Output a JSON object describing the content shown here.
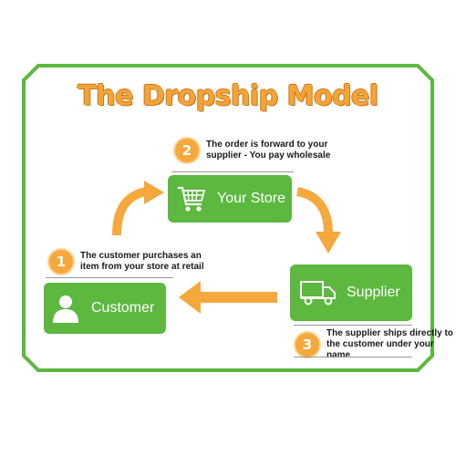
{
  "title": "The Dropship Model",
  "colors": {
    "green": "#5cb83f",
    "frame_green": "#5cb83f",
    "orange": "#f5a83c",
    "title_orange": "#f4a23a"
  },
  "nodes": {
    "store": {
      "label": "Your Store",
      "icon": "shopping-cart-icon"
    },
    "supplier": {
      "label": "Supplier",
      "icon": "delivery-truck-icon"
    },
    "customer": {
      "label": "Customer",
      "icon": "person-icon"
    }
  },
  "steps": [
    {
      "number": "1",
      "lines": [
        "The customer purchases an",
        "item from your store at retail"
      ]
    },
    {
      "number": "2",
      "lines": [
        "The order is forward to your",
        "supplier - You pay wholesale"
      ]
    },
    {
      "number": "3",
      "lines": [
        "The supplier ships directly to",
        "the customer under your name"
      ]
    }
  ]
}
